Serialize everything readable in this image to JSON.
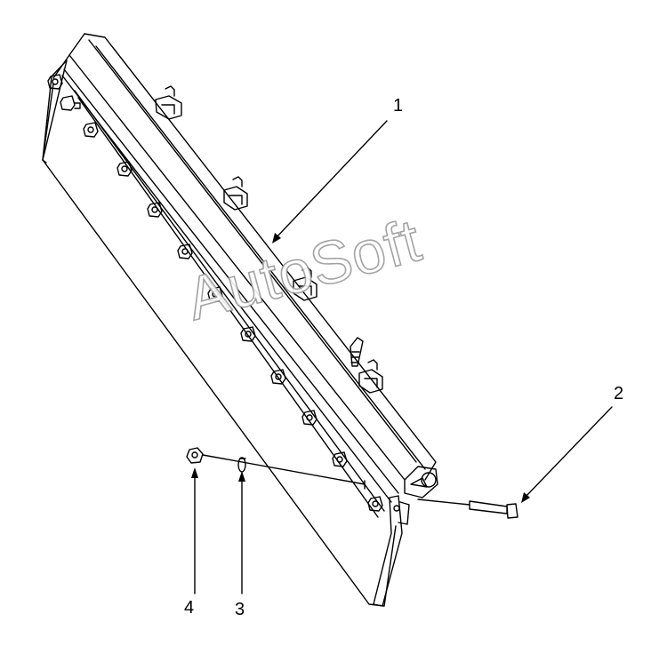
{
  "figure": {
    "watermark": "AutoSoft",
    "callouts": [
      {
        "id": "1",
        "label": "1"
      },
      {
        "id": "2",
        "label": "2"
      },
      {
        "id": "3",
        "label": "3"
      },
      {
        "id": "4",
        "label": "4"
      }
    ],
    "colors": {
      "line": "#000000",
      "background": "#ffffff",
      "watermark_outline": "#9a9a9a"
    }
  }
}
